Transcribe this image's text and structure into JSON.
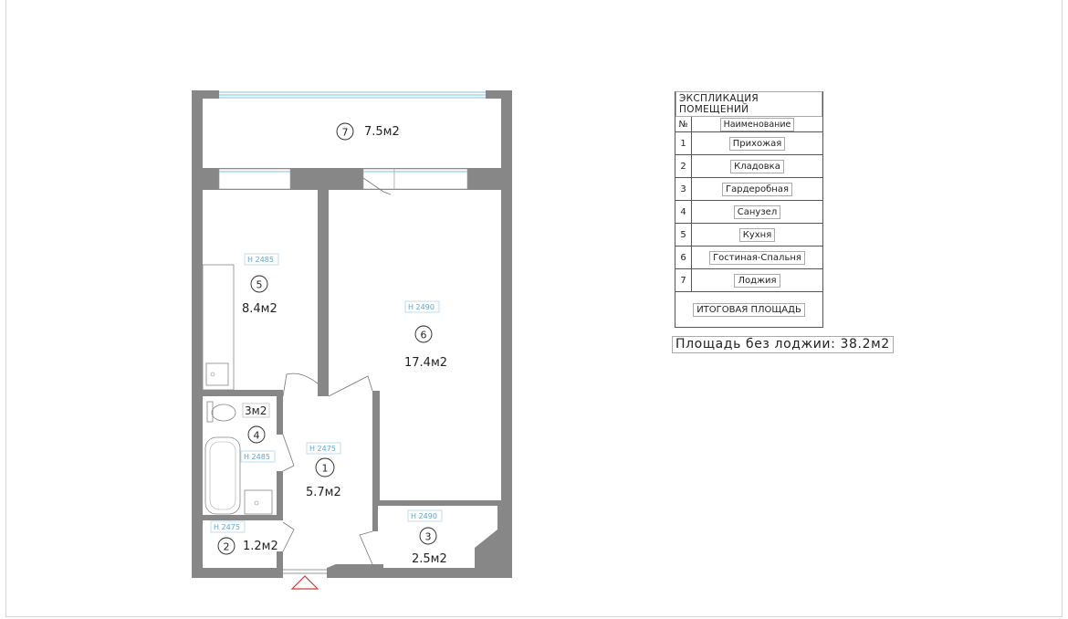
{
  "legend": {
    "title": "ЭКСПЛИКАЦИЯ ПОМЕЩЕНИЙ",
    "header_num": "№",
    "header_name": "Наименование",
    "rows": [
      {
        "num": "1",
        "name": "Прихожая"
      },
      {
        "num": "2",
        "name": "Кладовка"
      },
      {
        "num": "3",
        "name": "Гардеробная"
      },
      {
        "num": "4",
        "name": "Санузел"
      },
      {
        "num": "5",
        "name": "Кухня"
      },
      {
        "num": "6",
        "name": "Гостиная-Спальня"
      },
      {
        "num": "7",
        "name": "Лоджия"
      }
    ],
    "total_label": "ИТОГОВАЯ ПЛОЩАДЬ"
  },
  "area_without_loggia": "Площадь без лоджии: 38.2м2",
  "rooms": {
    "r1": {
      "num": "1",
      "area": "5.7м2",
      "height": "Н 2475"
    },
    "r2": {
      "num": "2",
      "area": "1.2м2",
      "height": "Н 2475"
    },
    "r3": {
      "num": "3",
      "area": "2.5м2",
      "height": "Н 2490"
    },
    "r4": {
      "num": "4",
      "area": "3м2",
      "height": "Н 2485"
    },
    "r5": {
      "num": "5",
      "area": "8.4м2",
      "height": "Н 2485"
    },
    "r6": {
      "num": "6",
      "area": "17.4м2",
      "height": "Н 2490"
    },
    "r7": {
      "num": "7",
      "area": "7.5м2"
    }
  },
  "colors": {
    "wall": "#878787",
    "window": "#7cc4e6",
    "height_mark": "#5aa8d8",
    "entrance_marker": "#d83a3a"
  }
}
